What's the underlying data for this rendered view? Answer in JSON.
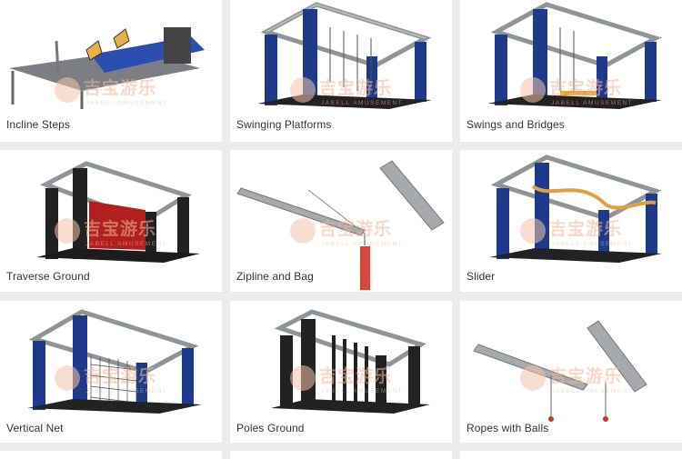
{
  "products": [
    {
      "label": "Incline Steps"
    },
    {
      "label": "Swinging Platforms"
    },
    {
      "label": "Swings and Bridges"
    },
    {
      "label": "Traverse Ground"
    },
    {
      "label": "Zipline and Bag"
    },
    {
      "label": "Slider"
    },
    {
      "label": "Vertical Net"
    },
    {
      "label": "Poles Ground"
    },
    {
      "label": "Ropes with Balls"
    }
  ],
  "watermark": {
    "cn": "吉宝游乐",
    "en": "JABELL AMUSEMENT"
  },
  "colors": {
    "truss": "#8f9499",
    "pillar_blue": "#1f3a8a",
    "pillar_black": "#222222",
    "panel_red": "#b0201e",
    "slider_orange": "#e0a040"
  }
}
